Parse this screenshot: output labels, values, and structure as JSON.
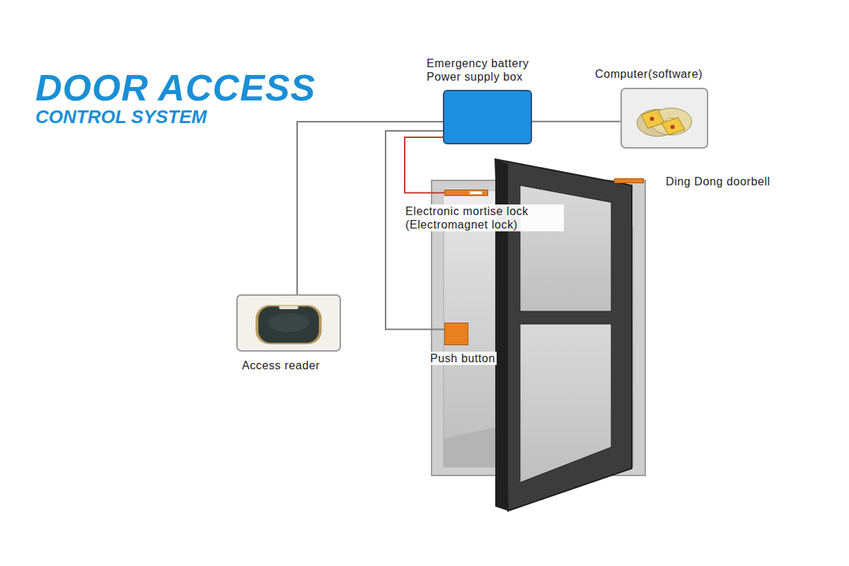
{
  "diagram": {
    "title": "DOOR ACCESS",
    "nodes": [
      {
        "text": [
          "Emergency battery Power supply box"
        ]
      },
      {
        "text": [
          "Computer(software)"
        ]
      },
      {
        "text": [
          "Ding Dong doorbell"
        ]
      },
      {
        "text": [
          "Electronic mortise lock (Electromagnet lock)"
        ]
      },
      {
        "text": [
          "Access reader"
        ]
      },
      {
        "text": [
          "Push button"
        ]
      }
    ],
    "edges": [
      {
        "from": 0,
        "to": 1,
        "arrow": "none"
      },
      {
        "from": 0,
        "to": 4,
        "arrow": "none"
      },
      {
        "from": 0,
        "to": 3,
        "arrow": "none"
      },
      {
        "from": 0,
        "to": 5,
        "arrow": "none"
      }
    ],
    "labels": [
      "CONTROL SYSTEM"
    ]
  }
}
